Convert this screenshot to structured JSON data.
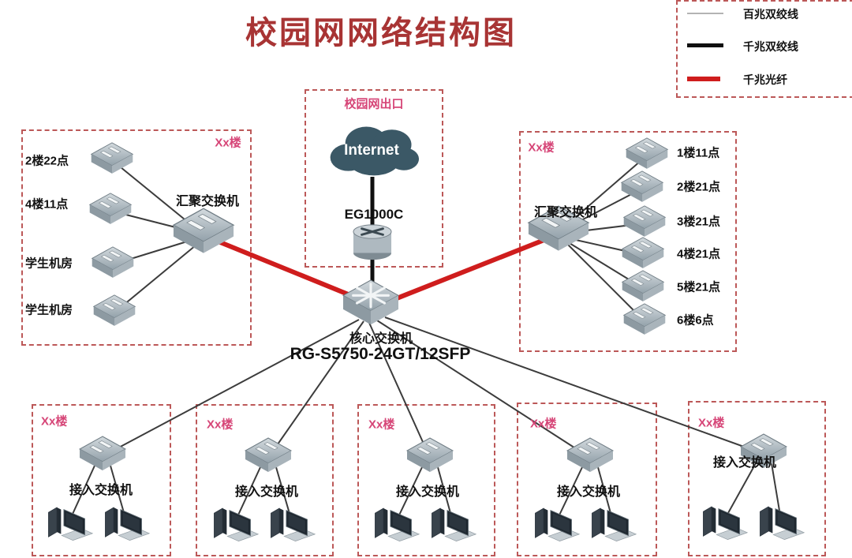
{
  "title": "校园网网络结构图",
  "colors": {
    "title_red": "#a83434",
    "pink_label": "#d64577",
    "fiber_red": "#cf1d1d",
    "gigabit_black": "#101010",
    "fast_gray": "#b3b3b3",
    "box_border_red": "#bc5858",
    "cloud_teal": "#3b5866"
  },
  "legend": {
    "items": [
      {
        "label": "百兆双绞线",
        "line": "thin-gray"
      },
      {
        "label": "千兆双绞线",
        "line": "thick-black"
      },
      {
        "label": "千兆光纤",
        "line": "thick-red"
      }
    ]
  },
  "egress": {
    "label": "校园网出口",
    "cloud": "Internet",
    "router": "EG1000C"
  },
  "core": {
    "name": "核心交换机",
    "model": "RG-S5750-24GT/12SFP"
  },
  "left_building": {
    "label": "Xx楼",
    "aggregation": "汇聚交换机",
    "nodes": [
      "2楼22点",
      "4楼11点",
      "学生机房",
      "学生机房"
    ]
  },
  "right_building": {
    "label": "Xx楼",
    "aggregation": "汇聚交换机",
    "nodes": [
      "1楼11点",
      "2楼21点",
      "3楼21点",
      "4楼21点",
      "5楼21点",
      "6楼6点"
    ]
  },
  "access_buildings": [
    {
      "label": "Xx楼",
      "switch": "接入交换机"
    },
    {
      "label": "Xx楼",
      "switch": "接入交换机"
    },
    {
      "label": "Xx楼",
      "switch": "接入交换机"
    },
    {
      "label": "Xx楼",
      "switch": "接入交换机"
    },
    {
      "label": "Xx楼",
      "switch": "接入交换机"
    }
  ]
}
